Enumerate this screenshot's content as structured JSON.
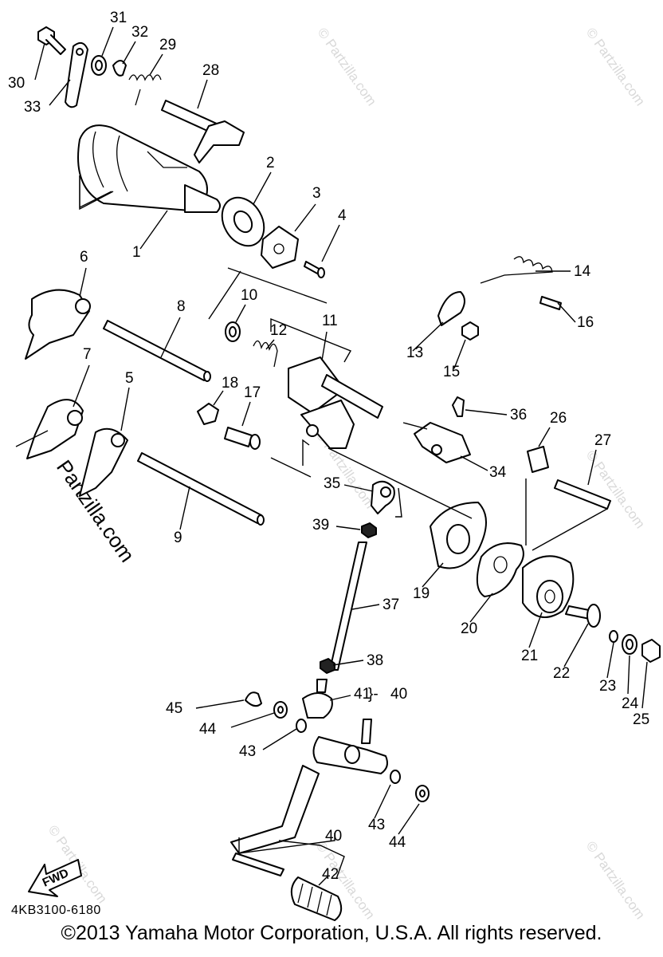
{
  "diagram": {
    "code": "4KB3100-6180",
    "fwd_label": "FWD",
    "watermark": "© Partzilla.com",
    "watermark_large": "Partzilla.com",
    "copyright": "©2013 Yamaha Motor Corporation, U.S.A. All rights reserved.",
    "callouts": [
      "1",
      "2",
      "3",
      "4",
      "5",
      "6",
      "7",
      "8",
      "9",
      "10",
      "11",
      "12",
      "13",
      "14",
      "15",
      "16",
      "17",
      "18",
      "19",
      "20",
      "21",
      "22",
      "23",
      "24",
      "25",
      "26",
      "27",
      "28",
      "29",
      "30",
      "31",
      "32",
      "33",
      "34",
      "35",
      "36",
      "37",
      "38",
      "39",
      "40",
      "40",
      "41",
      "42",
      "43",
      "43",
      "44",
      "44",
      "45"
    ],
    "callout_41_suffix": "}- 40"
  }
}
